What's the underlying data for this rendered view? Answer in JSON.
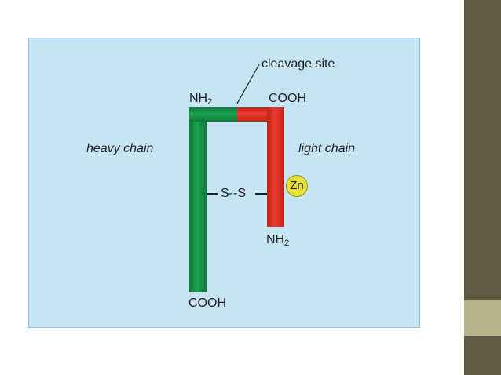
{
  "diagram": {
    "cleavage_label": "cleavage site",
    "heavy_chain_label": "heavy chain",
    "light_chain_label": "light chain",
    "heavy_nterm": {
      "main": "NH",
      "sub": "2"
    },
    "heavy_cterm": "COOH",
    "light_nterm": {
      "main": "NH",
      "sub": "2"
    },
    "light_cterm": "COOH",
    "disulfide_label": "S--S",
    "zinc_label": "Zn"
  },
  "colors": {
    "heavy_chain": "#1aa352",
    "light_chain": "#ef3a2e",
    "panel_background": "#c6e5f4",
    "zinc": "#e8e03a",
    "slide_bar": "#5e5a44",
    "slide_accent": "#b8b48a"
  }
}
